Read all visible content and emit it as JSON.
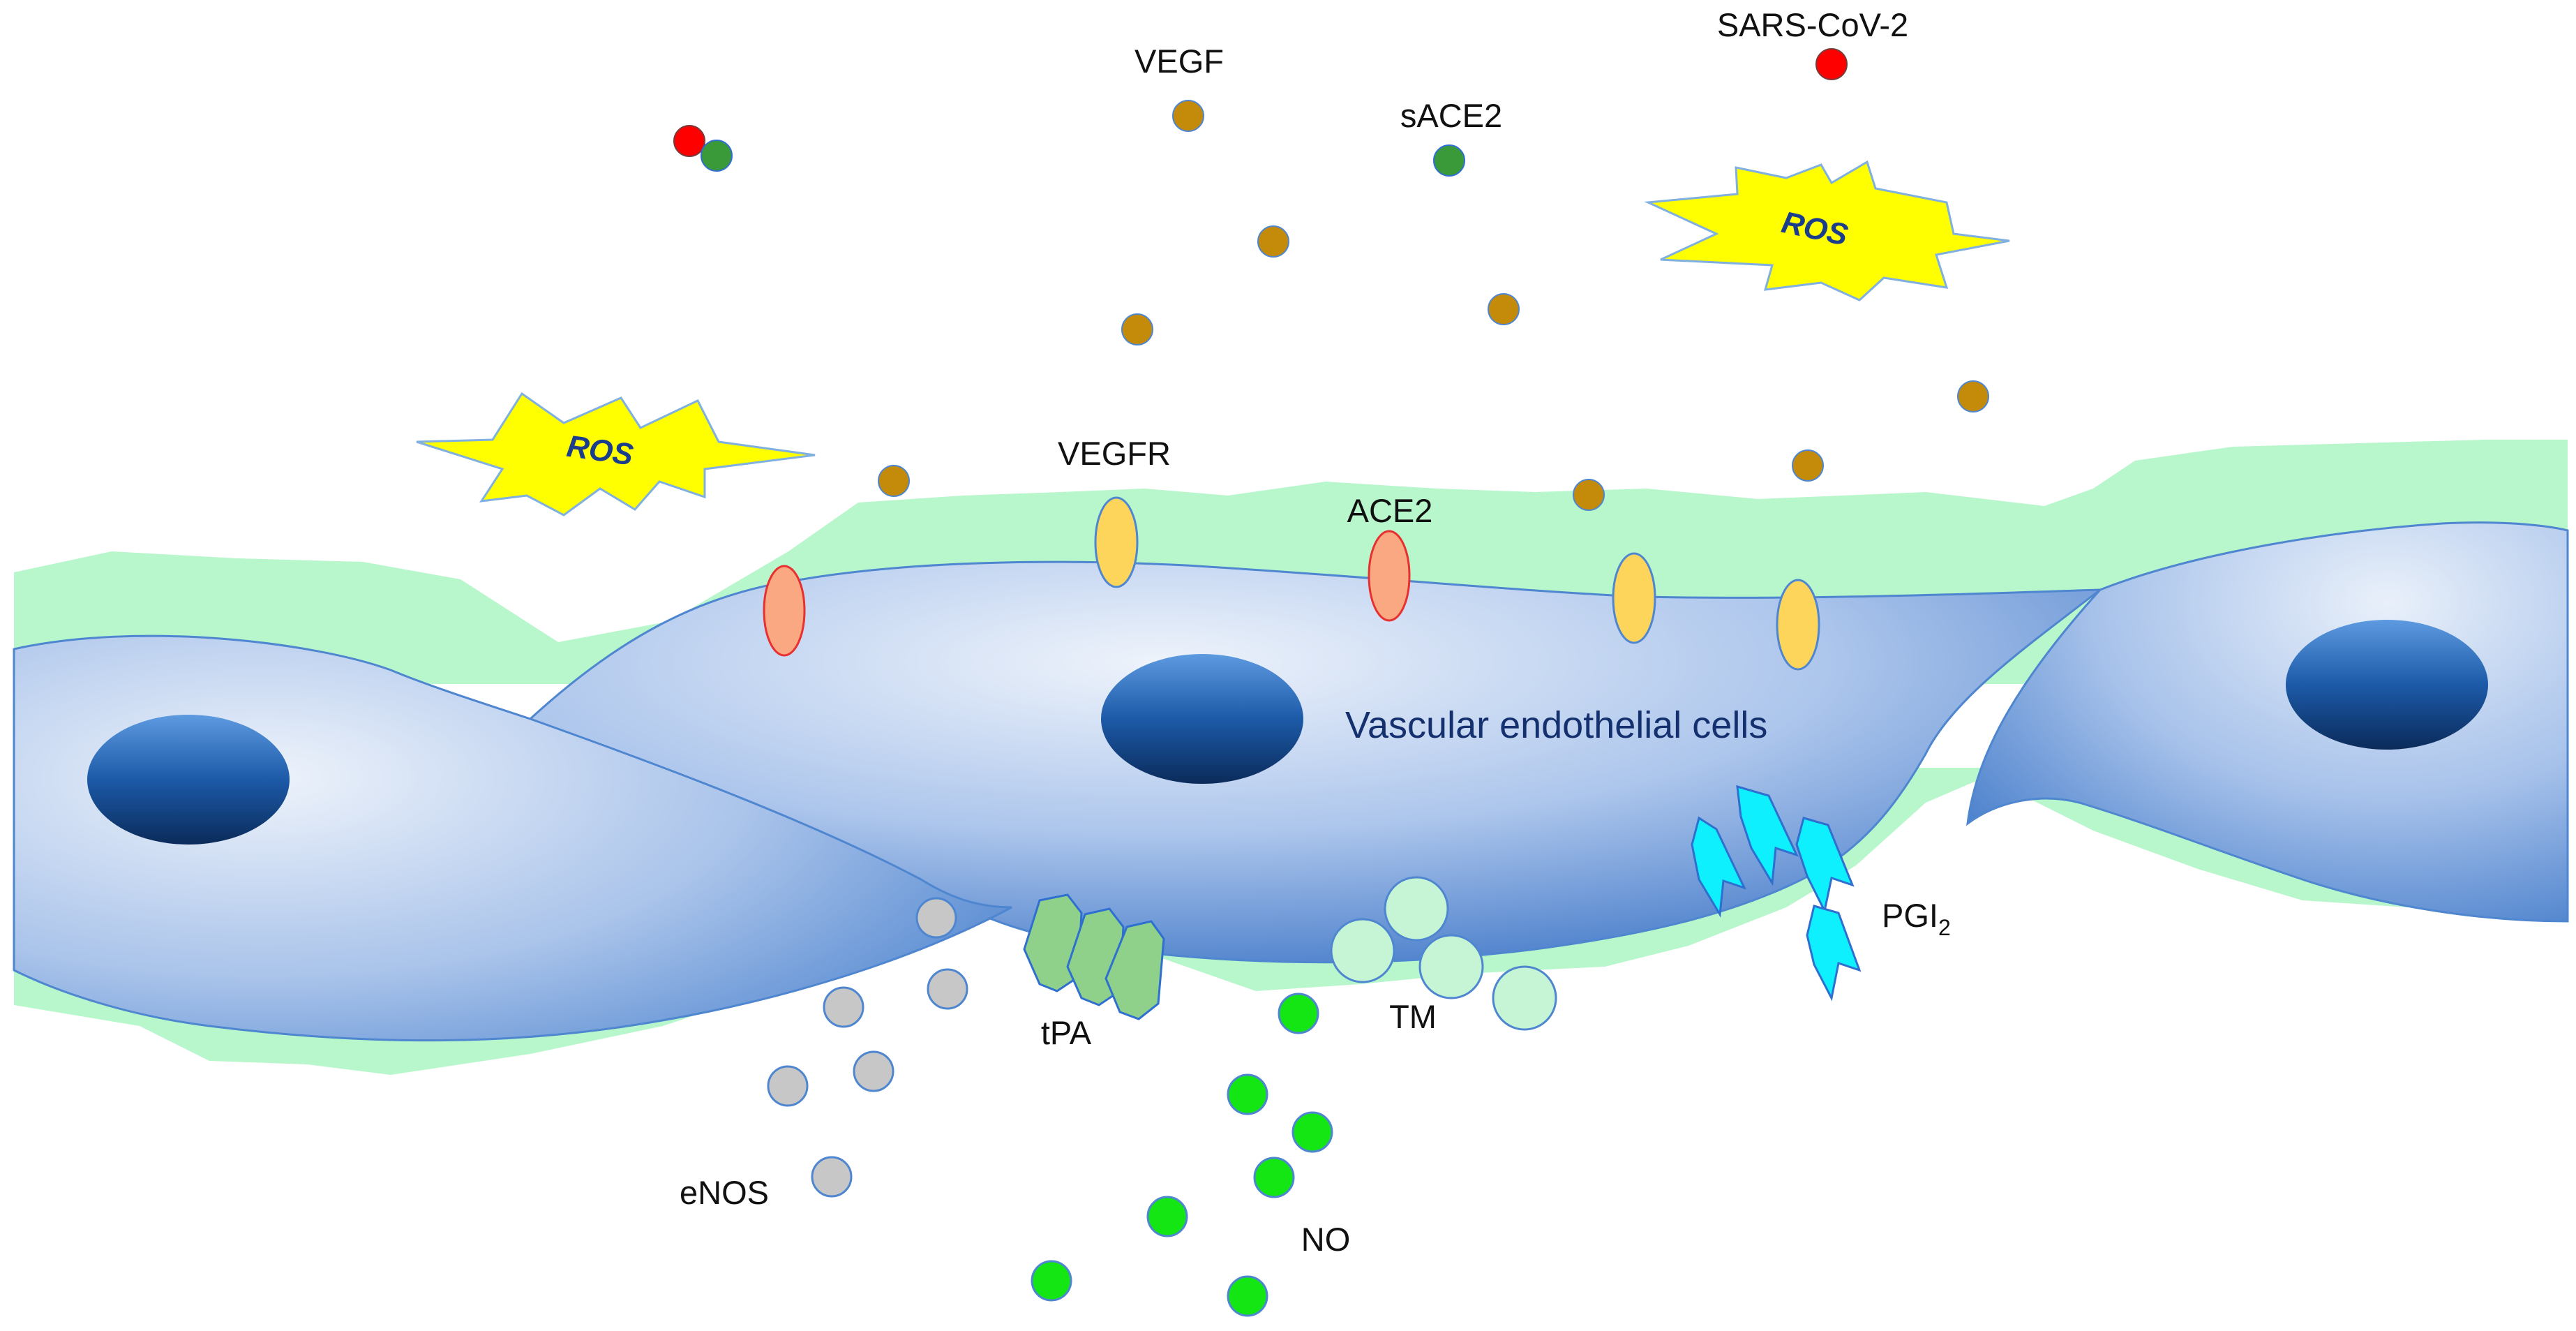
{
  "labels": {
    "sars_cov_2": "SARS-CoV-2",
    "vegf": "VEGF",
    "sace2": "sACE2",
    "ros": "ROS",
    "vegfr": "VEGFR",
    "ace2": "ACE2",
    "endothelial_cells": "Vascular endothelial cells",
    "pgi": "PGI",
    "pgi_subscript": "2",
    "tm": "TM",
    "tpa": "tPA",
    "enos": "eNOS",
    "no": "NO"
  },
  "colors": {
    "glycocalyx": "#b8f6cc",
    "cell_blue": "#3f78c8",
    "cell_light": "#e6eef9",
    "nucleus": "#1c5aa8",
    "virus": "#ff0000",
    "sace2": "#3a9a3a",
    "vegf": "#c48a0a",
    "vegfr": "#fdd55a",
    "ace2": "#f9a882",
    "ros_burst": "#ffff00",
    "ros_text": "#1a3d8c",
    "tm": "#c6f5d6",
    "pgi2": "#0ff0ff",
    "tpa": "#8fd08a",
    "enos": "#c7c7c7",
    "no": "#14e614"
  }
}
